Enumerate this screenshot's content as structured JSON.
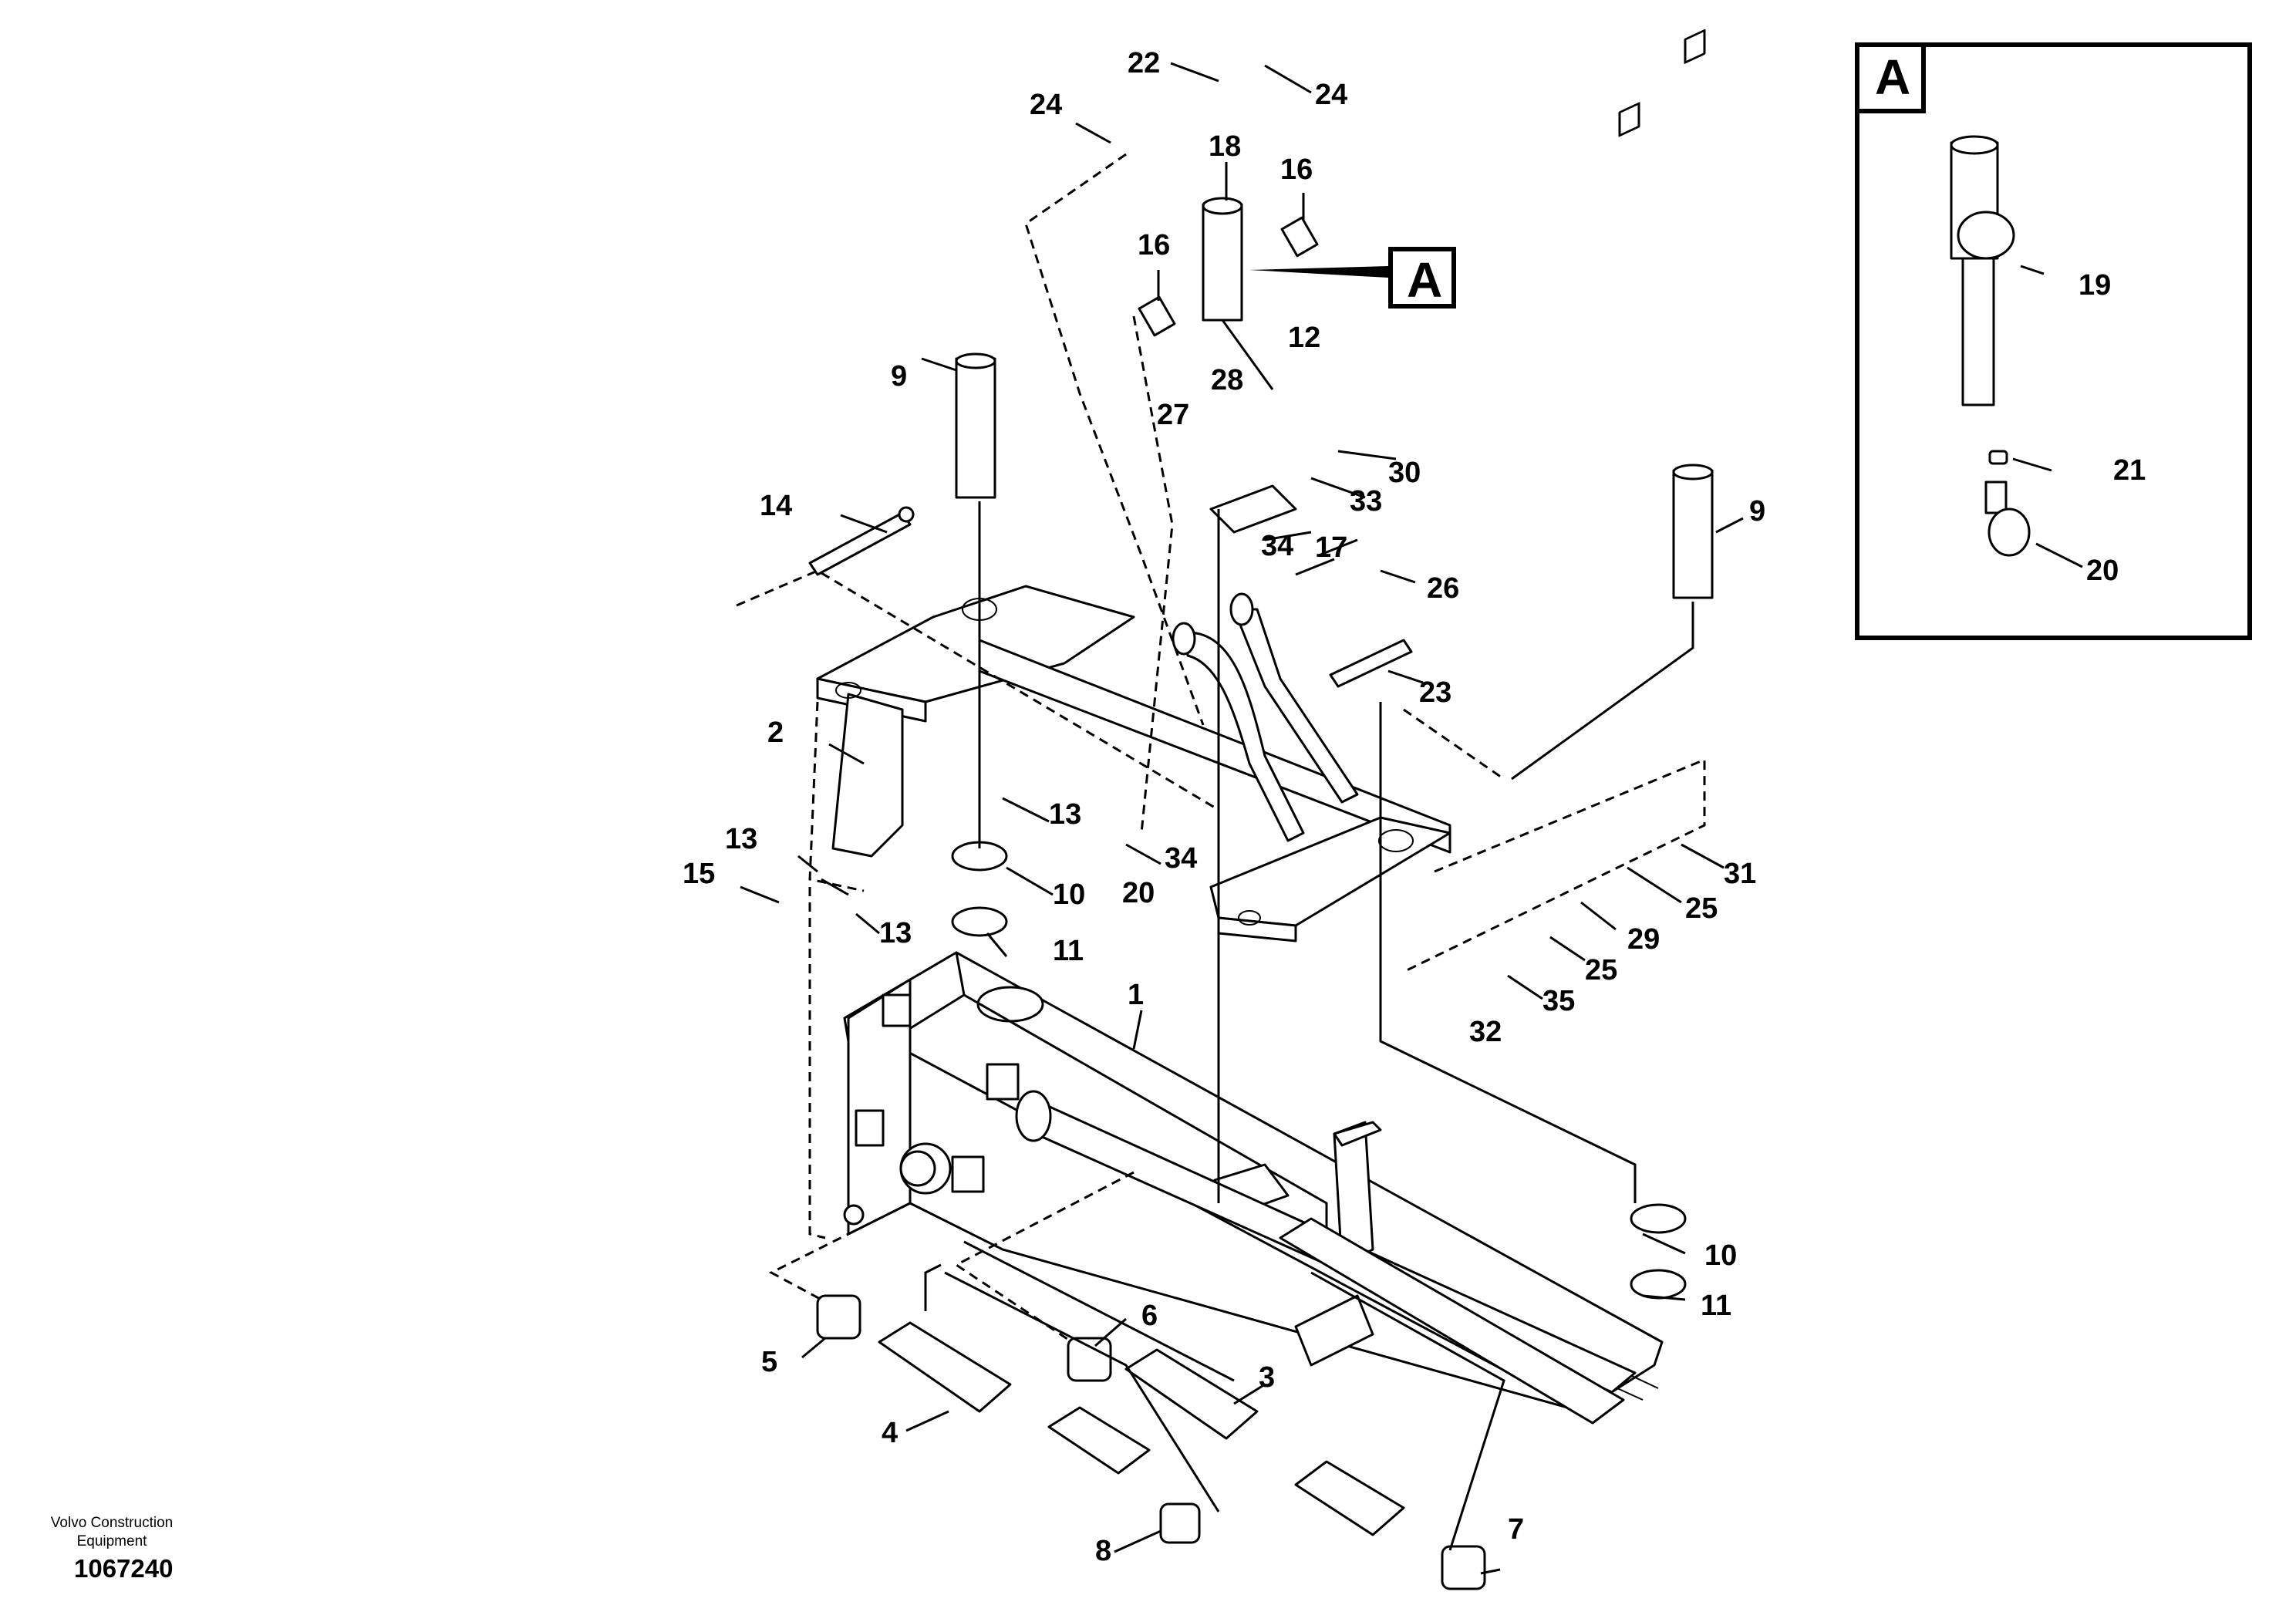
{
  "callouts": {
    "c1": "1",
    "c2": "2",
    "c3": "3",
    "c4": "4",
    "c5": "5",
    "c6": "6",
    "c7": "7",
    "c8": "8",
    "c9": "9",
    "c10": "10",
    "c11": "11",
    "c12": "12",
    "c13": "13",
    "c14": "14",
    "c15": "15",
    "c16": "16",
    "c17": "17",
    "c18": "18",
    "c19": "19",
    "c20": "20",
    "c21": "21",
    "c22": "22",
    "c23": "23",
    "c24": "24",
    "c25": "25",
    "c26": "26",
    "c27": "27",
    "c28": "28",
    "c29": "29",
    "c30": "30",
    "c31": "31",
    "c32": "32",
    "c33": "33",
    "c34": "34",
    "c35": "35"
  },
  "detail": {
    "letter": "A"
  },
  "footer": {
    "brand": "Volvo Construction\nEquipment",
    "drawing_number": "1067240"
  }
}
